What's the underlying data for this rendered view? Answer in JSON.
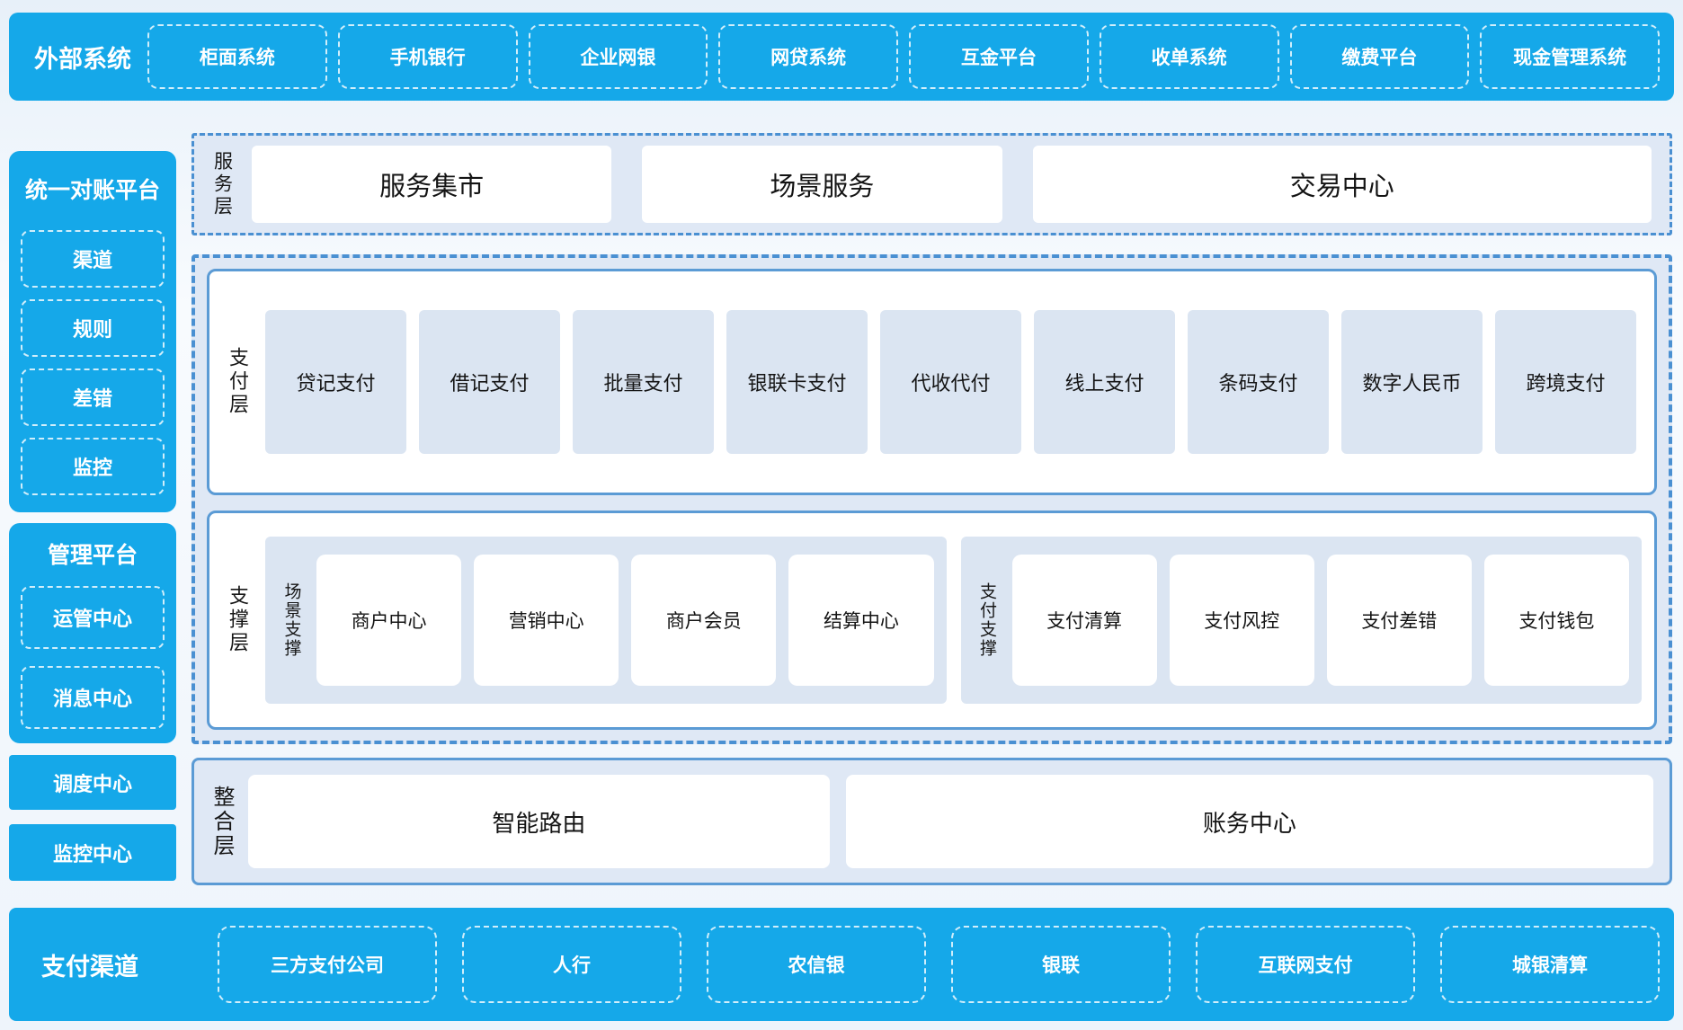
{
  "external_systems": {
    "title": "外部系统",
    "items": [
      "柜面系统",
      "手机银行",
      "企业网银",
      "网贷系统",
      "互金平台",
      "收单系统",
      "缴费平台",
      "现金管理系统"
    ]
  },
  "sidebar": {
    "reconciliation": {
      "title": "统一对账平台",
      "items": [
        "渠道",
        "规则",
        "差错",
        "监控"
      ]
    },
    "management": {
      "title": "管理平台",
      "items": [
        "运管中心",
        "消息中心"
      ]
    },
    "standalone": [
      "调度中心",
      "监控中心"
    ]
  },
  "layers": {
    "service": {
      "label": "服务层",
      "items": [
        "服务集市",
        "场景服务",
        "交易中心"
      ]
    },
    "payment": {
      "label": "支付层",
      "items": [
        "贷记支付",
        "借记支付",
        "批量支付",
        "银联卡支付",
        "代收代付",
        "线上支付",
        "条码支付",
        "数字人民币",
        "跨境支付"
      ]
    },
    "support": {
      "label": "支撑层",
      "groups": [
        {
          "label": "场景支撑",
          "items": [
            "商户中心",
            "营销中心",
            "商户会员",
            "结算中心"
          ]
        },
        {
          "label": "支付支撑",
          "items": [
            "支付清算",
            "支付风控",
            "支付差错",
            "支付钱包"
          ]
        }
      ]
    },
    "integration": {
      "label": "整合层",
      "items": [
        "智能路由",
        "账务中心"
      ]
    }
  },
  "payment_channels": {
    "title": "支付渠道",
    "items": [
      "三方支付公司",
      "人行",
      "农信银",
      "银联",
      "互联网支付",
      "城银清算"
    ]
  },
  "colors": {
    "primary_blue": "#15A8E9",
    "panel_light_blue": "#DFE8F5",
    "inner_box_blue": "#DBE5F2",
    "solid_border_blue": "#5B9BD5",
    "dashed_border_blue": "#4A90D2",
    "white_dash_border": "rgba(255,255,255,0.8)"
  }
}
